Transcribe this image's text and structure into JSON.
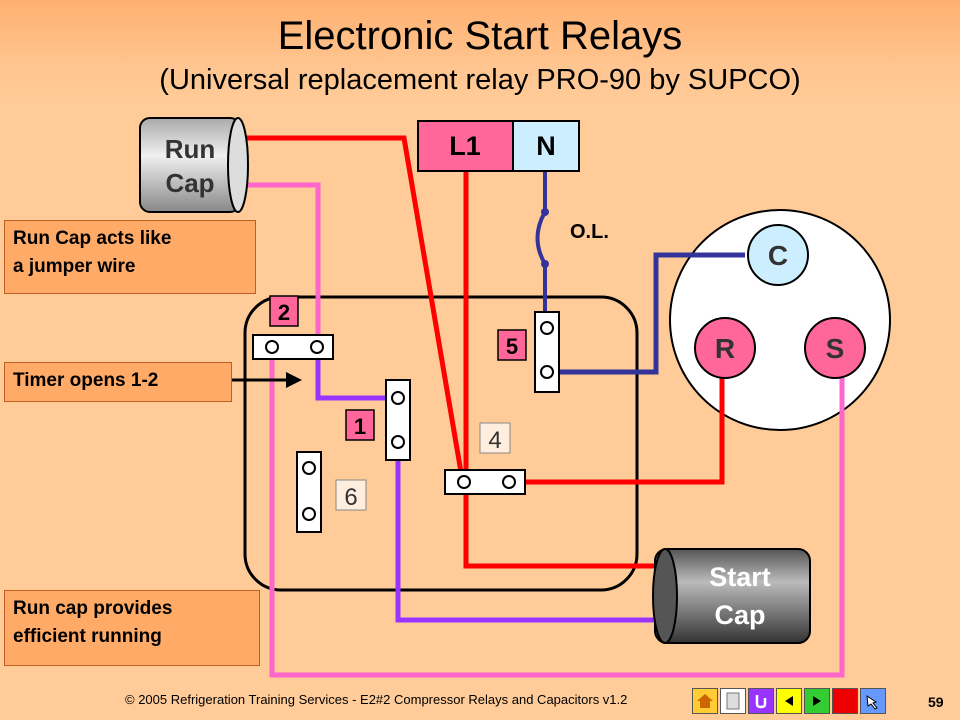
{
  "title": "Electronic Start Relays",
  "subtitle": "(Universal replacement relay PRO-90 by SUPCO)",
  "components": {
    "run_cap_line1": "Run",
    "run_cap_line2": "Cap",
    "start_cap_line1": "Start",
    "start_cap_line2": "Cap",
    "l1": "L1",
    "n": "N",
    "overload": "O.L.",
    "terminal_c": "C",
    "terminal_r": "R",
    "terminal_s": "S",
    "relay_2": "2",
    "relay_5": "5",
    "relay_1": "1",
    "relay_4": "4",
    "relay_6": "6"
  },
  "callouts": {
    "jumper_line1": "Run Cap acts like",
    "jumper_line2": "a jumper wire",
    "timer": "Timer opens 1-2",
    "efficient_line1": "Run cap provides",
    "efficient_line2": "efficient running"
  },
  "footer": {
    "copyright": "© 2005 Refrigeration Training Services - E2#2 Compressor Relays and Capacitors  v1.2",
    "page": "59"
  },
  "colors": {
    "background": "#FFCC99",
    "callout": "#FFAA66",
    "red_wire": "#FF0000",
    "pink_wire": "#FF66CC",
    "purple_wire": "#9933FF",
    "blue_wire": "#333399",
    "terminal_c": "#CCEEFF",
    "terminal_rs": "#FF6699",
    "label_box": "#FF6699"
  },
  "nav_icons": [
    "home-icon",
    "document-icon",
    "return-icon",
    "previous-icon",
    "next-icon",
    "stop-icon",
    "pointer-icon"
  ]
}
